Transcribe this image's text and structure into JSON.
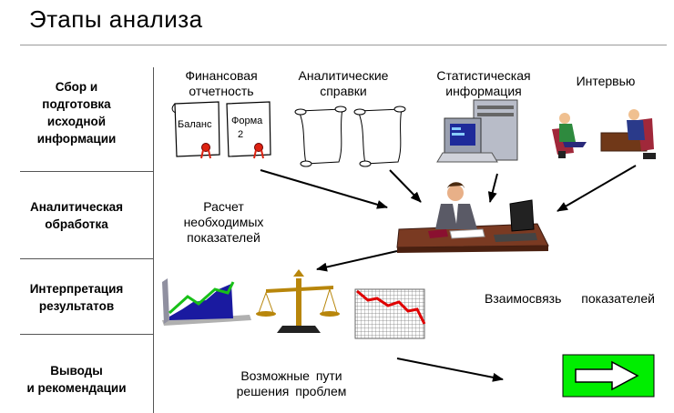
{
  "title": "Этапы анализа",
  "rows": [
    {
      "line1": "Сбор и",
      "line2": "подготовка",
      "line3": "исходной",
      "line4": "информации"
    },
    {
      "line1": "Аналитическая",
      "line2": "обработка"
    },
    {
      "line1": "Интерпретация",
      "line2": "результатов"
    },
    {
      "line1": "Выводы",
      "line2": "и рекомендации"
    }
  ],
  "sources": {
    "financial": {
      "line1": "Финансовая",
      "line2": "отчетность"
    },
    "analytic": {
      "line1": "Аналитические",
      "line2": "справки"
    },
    "statistic": {
      "line1": "Статистическая",
      "line2": "информация"
    },
    "interview": {
      "line1": "Интервью"
    }
  },
  "docs": {
    "balance": "Баланс",
    "form_line1": "Форма",
    "form_line2": "2"
  },
  "calc": {
    "line1": "Расчет",
    "line2": "необходимых",
    "line3": "показателей"
  },
  "relation": "Взаимосвязь показателей",
  "solutions": {
    "line1": "Возможные пути",
    "line2": "решения проблем"
  },
  "colors": {
    "arrow_box": "#00ee00",
    "chart_line": "#18c018",
    "chart_bar": "#1a1aa0",
    "falling_line": "#e00000",
    "desk": "#7a3a22"
  }
}
